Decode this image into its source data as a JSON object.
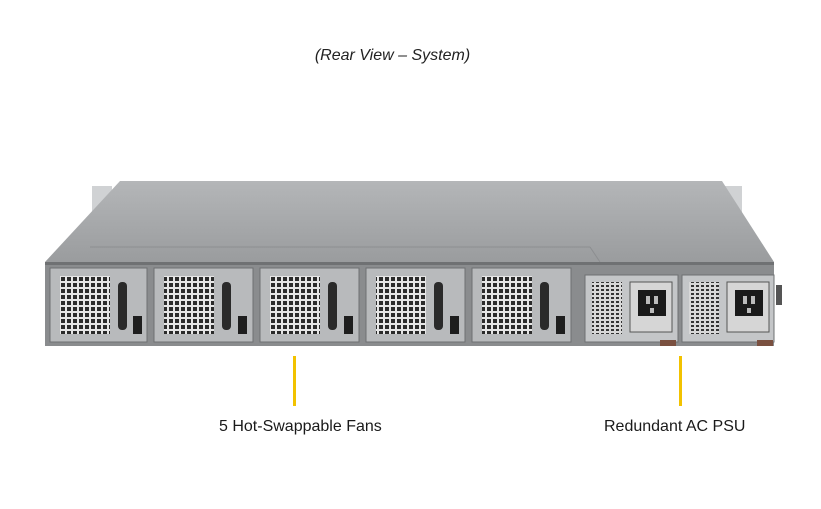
{
  "caption": "(Rear View – System)",
  "callouts": {
    "fans": "5 Hot-Swappable Fans",
    "psu": "Redundant AC PSU"
  },
  "colors": {
    "chassis_top": "#a9abad",
    "chassis_face": "#8a8c8e",
    "module": "#b8babc",
    "leader": "#f2c200"
  },
  "icons": {
    "fan_module": "fan-grille-icon",
    "psu_module": "power-inlet-icon"
  }
}
